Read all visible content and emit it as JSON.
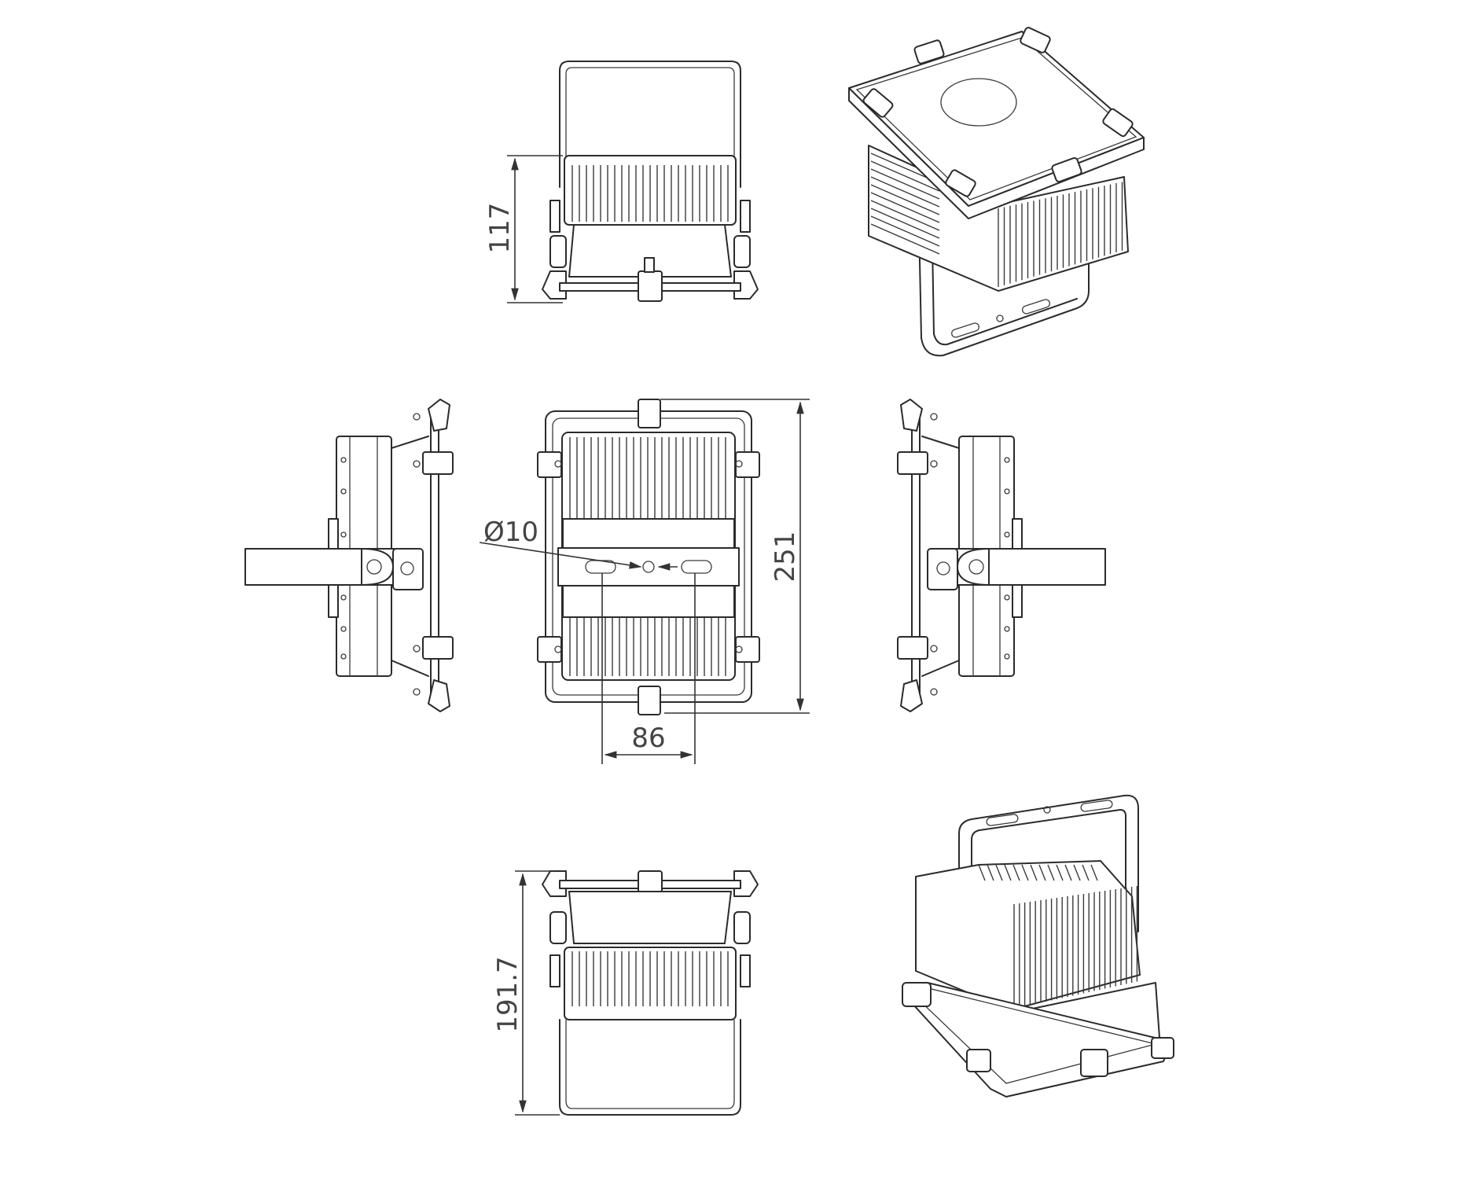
{
  "colors": {
    "line": "#2b2b2b",
    "dimension": "#333333",
    "text": "#444444",
    "background": "#ffffff"
  },
  "dimensions": {
    "top_height": "117",
    "overall_height": "251",
    "slot_spacing": "86",
    "hole_diameter": "Ø10",
    "bottom_height": "191.7"
  }
}
